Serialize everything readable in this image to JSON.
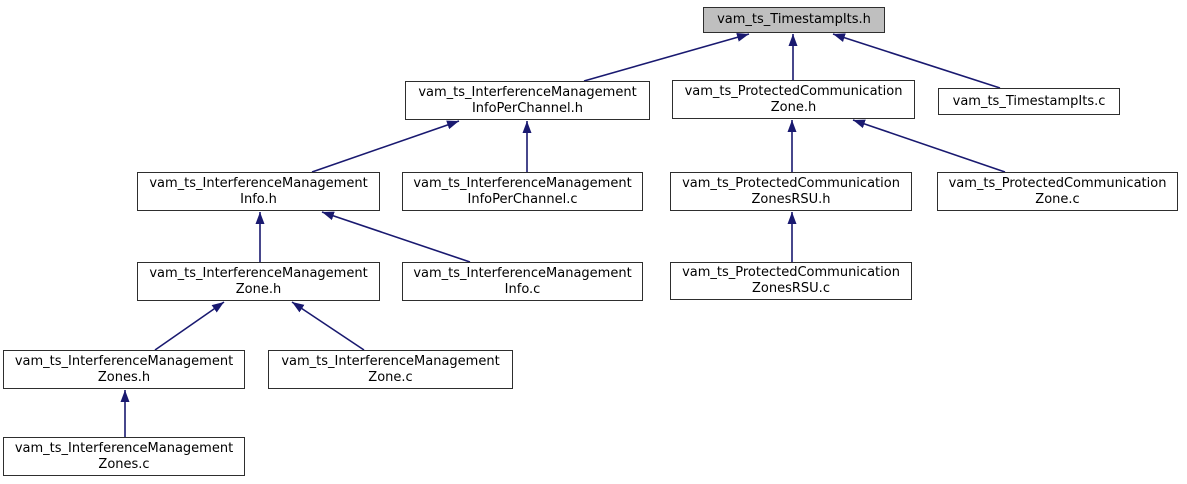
{
  "graph": {
    "type": "include-dependency-graph",
    "colors": {
      "background": "#ffffff",
      "edge": "#191970",
      "node_border": "#2e2e2e",
      "node_fill": "#ffffff",
      "highlighted_node_fill": "#bfbfbf",
      "text": "#000000"
    },
    "nodes": [
      {
        "id": "vam_ts_TimestampIts.h",
        "highlighted": true,
        "lines": [
          "vam_ts_TimestampIts.h"
        ]
      },
      {
        "id": "vam_ts_InterferenceManagementInfoPerChannel.h",
        "highlighted": false,
        "lines": [
          "vam_ts_InterferenceManagement",
          "InfoPerChannel.h"
        ]
      },
      {
        "id": "vam_ts_ProtectedCommunicationZone.h",
        "highlighted": false,
        "lines": [
          "vam_ts_ProtectedCommunication",
          "Zone.h"
        ]
      },
      {
        "id": "vam_ts_TimestampIts.c",
        "highlighted": false,
        "lines": [
          "vam_ts_TimestampIts.c"
        ]
      },
      {
        "id": "vam_ts_InterferenceManagementInfo.h",
        "highlighted": false,
        "lines": [
          "vam_ts_InterferenceManagement",
          "Info.h"
        ]
      },
      {
        "id": "vam_ts_InterferenceManagementInfoPerChannel.c",
        "highlighted": false,
        "lines": [
          "vam_ts_InterferenceManagement",
          "InfoPerChannel.c"
        ]
      },
      {
        "id": "vam_ts_ProtectedCommunicationZonesRSU.h",
        "highlighted": false,
        "lines": [
          "vam_ts_ProtectedCommunication",
          "ZonesRSU.h"
        ]
      },
      {
        "id": "vam_ts_ProtectedCommunicationZone.c",
        "highlighted": false,
        "lines": [
          "vam_ts_ProtectedCommunication",
          "Zone.c"
        ]
      },
      {
        "id": "vam_ts_InterferenceManagementZone.h",
        "highlighted": false,
        "lines": [
          "vam_ts_InterferenceManagement",
          "Zone.h"
        ]
      },
      {
        "id": "vam_ts_InterferenceManagementInfo.c",
        "highlighted": false,
        "lines": [
          "vam_ts_InterferenceManagement",
          "Info.c"
        ]
      },
      {
        "id": "vam_ts_ProtectedCommunicationZonesRSU.c",
        "highlighted": false,
        "lines": [
          "vam_ts_ProtectedCommunication",
          "ZonesRSU.c"
        ]
      },
      {
        "id": "vam_ts_InterferenceManagementZones.h",
        "highlighted": false,
        "lines": [
          "vam_ts_InterferenceManagement",
          "Zones.h"
        ]
      },
      {
        "id": "vam_ts_InterferenceManagementZone.c",
        "highlighted": false,
        "lines": [
          "vam_ts_InterferenceManagement",
          "Zone.c"
        ]
      },
      {
        "id": "vam_ts_InterferenceManagementZones.c",
        "highlighted": false,
        "lines": [
          "vam_ts_InterferenceManagement",
          "Zones.c"
        ]
      }
    ],
    "edges": [
      {
        "from": "vam_ts_InterferenceManagementInfoPerChannel.h",
        "to": "vam_ts_TimestampIts.h"
      },
      {
        "from": "vam_ts_ProtectedCommunicationZone.h",
        "to": "vam_ts_TimestampIts.h"
      },
      {
        "from": "vam_ts_TimestampIts.c",
        "to": "vam_ts_TimestampIts.h"
      },
      {
        "from": "vam_ts_InterferenceManagementInfo.h",
        "to": "vam_ts_InterferenceManagementInfoPerChannel.h"
      },
      {
        "from": "vam_ts_InterferenceManagementInfoPerChannel.c",
        "to": "vam_ts_InterferenceManagementInfoPerChannel.h"
      },
      {
        "from": "vam_ts_ProtectedCommunicationZonesRSU.h",
        "to": "vam_ts_ProtectedCommunicationZone.h"
      },
      {
        "from": "vam_ts_ProtectedCommunicationZone.c",
        "to": "vam_ts_ProtectedCommunicationZone.h"
      },
      {
        "from": "vam_ts_InterferenceManagementZone.h",
        "to": "vam_ts_InterferenceManagementInfo.h"
      },
      {
        "from": "vam_ts_InterferenceManagementInfo.c",
        "to": "vam_ts_InterferenceManagementInfo.h"
      },
      {
        "from": "vam_ts_ProtectedCommunicationZonesRSU.c",
        "to": "vam_ts_ProtectedCommunicationZonesRSU.h"
      },
      {
        "from": "vam_ts_InterferenceManagementZones.h",
        "to": "vam_ts_InterferenceManagementZone.h"
      },
      {
        "from": "vam_ts_InterferenceManagementZone.c",
        "to": "vam_ts_InterferenceManagementZone.h"
      },
      {
        "from": "vam_ts_InterferenceManagementZones.c",
        "to": "vam_ts_InterferenceManagementZones.h"
      }
    ]
  }
}
